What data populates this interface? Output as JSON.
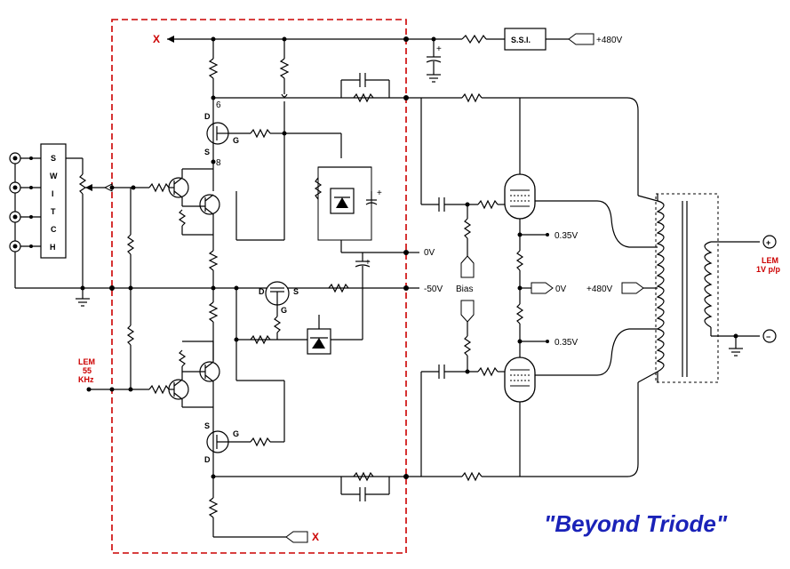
{
  "title": "\"Beyond Triode\"",
  "labels": {
    "x_top": "X",
    "x_bottom": "X",
    "ssi": "S.S.I.",
    "plus480_top": "+480V",
    "plus480_mid": "+480V",
    "zero_v_right": "0V",
    "zero_v_mid": "0V",
    "minus50": "-50V",
    "bias": "Bias",
    "v035_top": "0.35V",
    "v035_bottom": "0.35V",
    "lem_out_1": "LEM",
    "lem_out_2": "1V p/p",
    "lem_in_1": "LEM",
    "lem_in_2": "55",
    "lem_in_3": "KHz",
    "switch_letters": [
      "S",
      "W",
      "I",
      "T",
      "C",
      "H"
    ],
    "pin_6": "6",
    "pin_8": "8",
    "fet_top_d": "D",
    "fet_top_s": "S",
    "fet_top_g": "G",
    "fet_mid_d": "D",
    "fet_mid_s": "S",
    "fet_mid_g": "G",
    "fet_bot_s": "S",
    "fet_bot_d": "D",
    "fet_bot_g": "G",
    "cap_plus_1": "+",
    "cap_plus_2": "+",
    "cap_plus_3": "+",
    "out_plus": "+",
    "out_minus": "−"
  },
  "colors": {
    "wire": "#000000",
    "dashed_box": "#cc0000",
    "title": "#1a22b8",
    "lem_text": "#cc0000"
  }
}
